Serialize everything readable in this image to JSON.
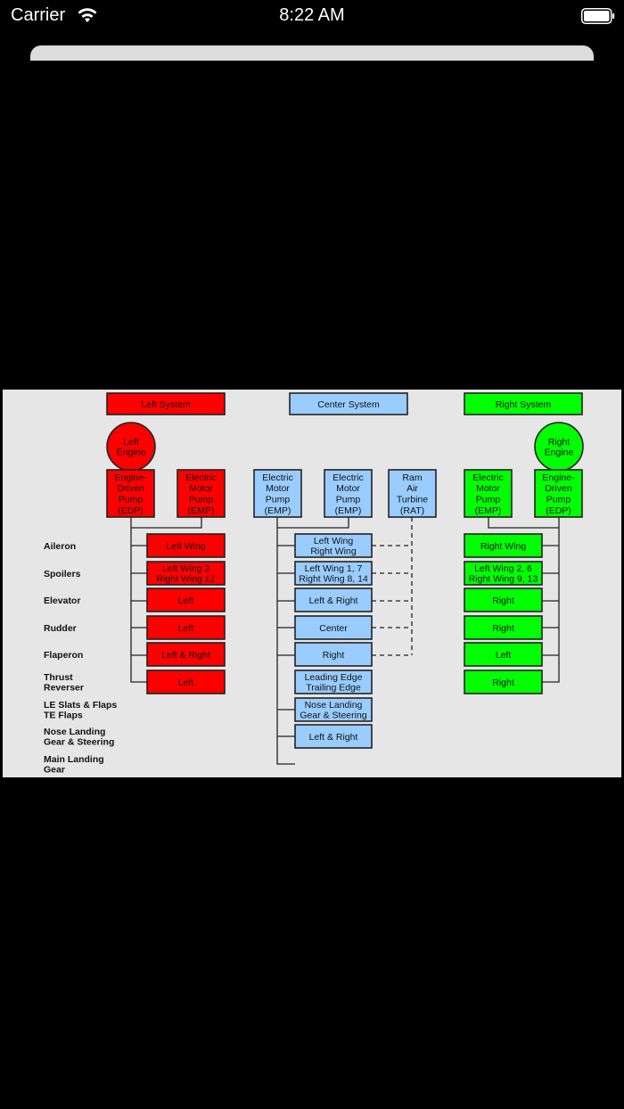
{
  "status_bar": {
    "carrier": "Carrier",
    "time": "8:22 AM",
    "wifi_icon": "wifi-icon",
    "battery_icon": "battery-full-icon"
  },
  "colors": {
    "left_system": "#ff0000",
    "center_system": "#99ccff",
    "right_system": "#00ff00",
    "diagram_background": "#e6e6e6",
    "page_background": "#000000"
  },
  "diagram": {
    "systems": {
      "left": {
        "title": "Left System",
        "engine": [
          "Left",
          "Engine"
        ],
        "pumps": [
          [
            "Engine-",
            "Driven",
            "Pump",
            "(EDP)"
          ],
          [
            "Electric",
            "Motor",
            "Pump",
            "(EMP)"
          ]
        ],
        "outputs": [
          [
            "Left Wing"
          ],
          [
            "Left Wing 3",
            "Right Wing 12"
          ],
          [
            "Left"
          ],
          [
            "Left"
          ],
          [
            "Left & Right"
          ],
          [
            "Left"
          ]
        ]
      },
      "center": {
        "title": "Center System",
        "pumps": [
          [
            "Electric",
            "Motor",
            "Pump",
            "(EMP)"
          ],
          [
            "Electric",
            "Motor",
            "Pump",
            "(EMP)"
          ],
          [
            "Ram",
            "Air",
            "Turbine",
            "(RAT)"
          ]
        ],
        "outputs": [
          [
            "Left Wing",
            "Right Wing"
          ],
          [
            "Left Wing 1, 7",
            "Right Wing 8, 14"
          ],
          [
            "Left & Right"
          ],
          [
            "Center"
          ],
          [
            "Right"
          ],
          [
            "Leading Edge",
            "Trailing Edge"
          ],
          [
            "Nose Landing",
            "Gear & Steering"
          ],
          [
            "Left & Right"
          ]
        ]
      },
      "right": {
        "title": "Right System",
        "engine": [
          "Right",
          "Engine"
        ],
        "pumps": [
          [
            "Electric",
            "Motor",
            "Pump",
            "(EMP)"
          ],
          [
            "Engine-",
            "Driven",
            "Pump",
            "(EDP)"
          ]
        ],
        "outputs": [
          [
            "Right Wing"
          ],
          [
            "Left Wing 2, 6",
            "Right Wing 9, 13"
          ],
          [
            "Right"
          ],
          [
            "Right"
          ],
          [
            "Left"
          ],
          [
            "Right"
          ]
        ]
      }
    },
    "row_labels": [
      [
        "Aileron"
      ],
      [
        "Spoilers"
      ],
      [
        "Elevator"
      ],
      [
        "Rudder"
      ],
      [
        "Flaperon"
      ],
      [
        "Thrust",
        "Reverser"
      ],
      [
        "LE Slats & Flaps",
        "TE Flaps"
      ],
      [
        "Nose Landing",
        "Gear & Steering"
      ],
      [
        "Main Landing",
        "Gear"
      ]
    ]
  }
}
